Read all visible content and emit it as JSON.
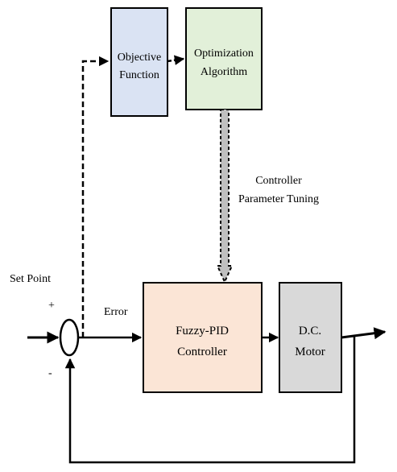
{
  "blocks": {
    "objective": {
      "line1": "Objective",
      "line2": "Function",
      "fill": "#dae3f3"
    },
    "optimizer": {
      "line1": "Optimization",
      "line2": "Algorithm",
      "fill": "#e2f0d9"
    },
    "controller": {
      "line1": "Fuzzy-PID",
      "line2": "Controller",
      "fill": "#fbe5d6"
    },
    "motor": {
      "line1": "D.C.",
      "line2": "Motor",
      "fill": "#d9d9d9"
    }
  },
  "labels": {
    "set_point": "Set Point",
    "plus": "+",
    "minus": "-",
    "error": "Error",
    "tuning_line1": "Controller",
    "tuning_line2": "Parameter Tuning"
  },
  "colors": {
    "stroke": "#000000",
    "tuning_arrow_fill": "#bfbfbf",
    "background": "#ffffff"
  }
}
